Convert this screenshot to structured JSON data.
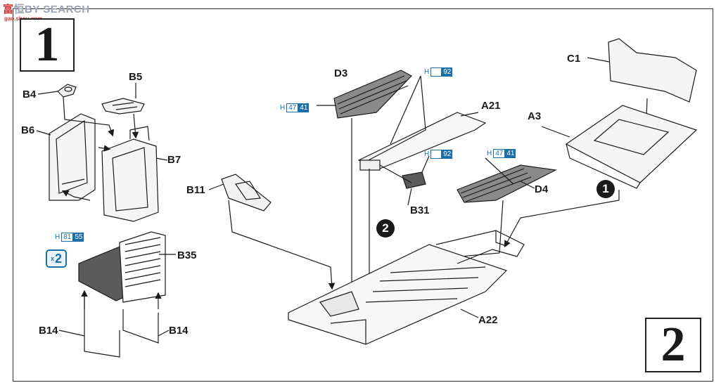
{
  "watermark": {
    "prefix": "富",
    "site": "恒BY SEARCH",
    "sub": "gao.shou.com"
  },
  "steps": {
    "left": "1",
    "right": "2"
  },
  "labels": {
    "b4": "B4",
    "b5": "B5",
    "b6": "B6",
    "b7": "B7",
    "b11": "B11",
    "b14a": "B14",
    "b14b": "B14",
    "b31": "B31",
    "b35": "B35",
    "c1": "C1",
    "a3": "A3",
    "a21": "A21",
    "a22": "A22",
    "d3": "D3",
    "d4": "D4"
  },
  "paint_codes": {
    "b35": {
      "h": "H",
      "c1": "81",
      "c2": "55"
    },
    "d3": {
      "h": "H",
      "c1": "47",
      "c2": "41"
    },
    "d4": {
      "h": "H",
      "c1": "47",
      "c2": "41"
    },
    "a21": {
      "h": "H",
      "c2": "92"
    },
    "b31": {
      "h": "H",
      "c2": "92"
    }
  },
  "quantity": {
    "prefix": "x",
    "count": "2"
  },
  "sequence": {
    "first": "1",
    "second": "2"
  },
  "colors": {
    "accent_blue": "#1b6fa8",
    "ink": "#1a1a1a"
  }
}
